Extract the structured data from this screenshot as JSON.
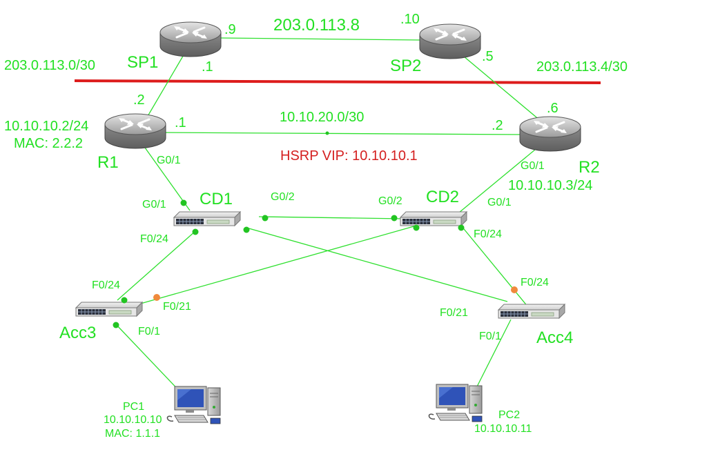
{
  "colors": {
    "link": "#2ee02e",
    "label": "#22e022",
    "boundary": "#dd1c1c",
    "hsrp": "#d41f1f",
    "port_dot": "#22c422",
    "blocked_dot": "#f08a3c"
  },
  "devices": {
    "sp1": {
      "name": "SP1",
      "icon": "router-icon"
    },
    "sp2": {
      "name": "SP2",
      "icon": "router-icon"
    },
    "r1": {
      "name": "R1",
      "icon": "router-icon",
      "ip": "10.10.10.2/24",
      "mac": "MAC: 2.2.2"
    },
    "r2": {
      "name": "R2",
      "icon": "router-icon",
      "ip": "10.10.10.3/24"
    },
    "cd1": {
      "name": "CD1",
      "icon": "switch-icon"
    },
    "cd2": {
      "name": "CD2",
      "icon": "switch-icon"
    },
    "acc3": {
      "name": "Acc3",
      "icon": "switch-icon"
    },
    "acc4": {
      "name": "Acc4",
      "icon": "switch-icon"
    },
    "pc1": {
      "name": "PC1",
      "icon": "pc-icon",
      "ip": "10.10.10.10",
      "mac": "MAC: 1.1.1"
    },
    "pc2": {
      "name": "PC2",
      "icon": "pc-icon",
      "ip": "10.10.10.11"
    }
  },
  "networks": {
    "sp_link": "203.0.113.8",
    "sp1_r1": "203.0.113.0/30",
    "sp2_r2": "203.0.113.4/30",
    "r1_r2": "10.10.20.0/30",
    "hsrp": "HSRP VIP: 10.10.10.1"
  },
  "host_octets": {
    "sp1_to_sp2": ".9",
    "sp2_to_sp1": ".10",
    "sp1_to_r1": ".1",
    "r1_to_sp1": ".2",
    "sp2_to_r2": ".5",
    "r2_to_sp2": ".6",
    "r1_to_r2": ".1",
    "r2_to_r1": ".2"
  },
  "interfaces": {
    "r1_g01": "G0/1",
    "cd1_g01": "G0/1",
    "cd1_g02": "G0/2",
    "cd1_f024": "F0/24",
    "cd2_g02": "G0/2",
    "cd2_g01": "G0/1",
    "cd2_f024": "F0/24",
    "r2_g01": "G0/1",
    "acc3_f024": "F0/24",
    "acc3_f021": "F0/21",
    "acc3_f01": "F0/1",
    "acc4_f024": "F0/24",
    "acc4_f021": "F0/21",
    "acc4_f01": "F0/1"
  }
}
